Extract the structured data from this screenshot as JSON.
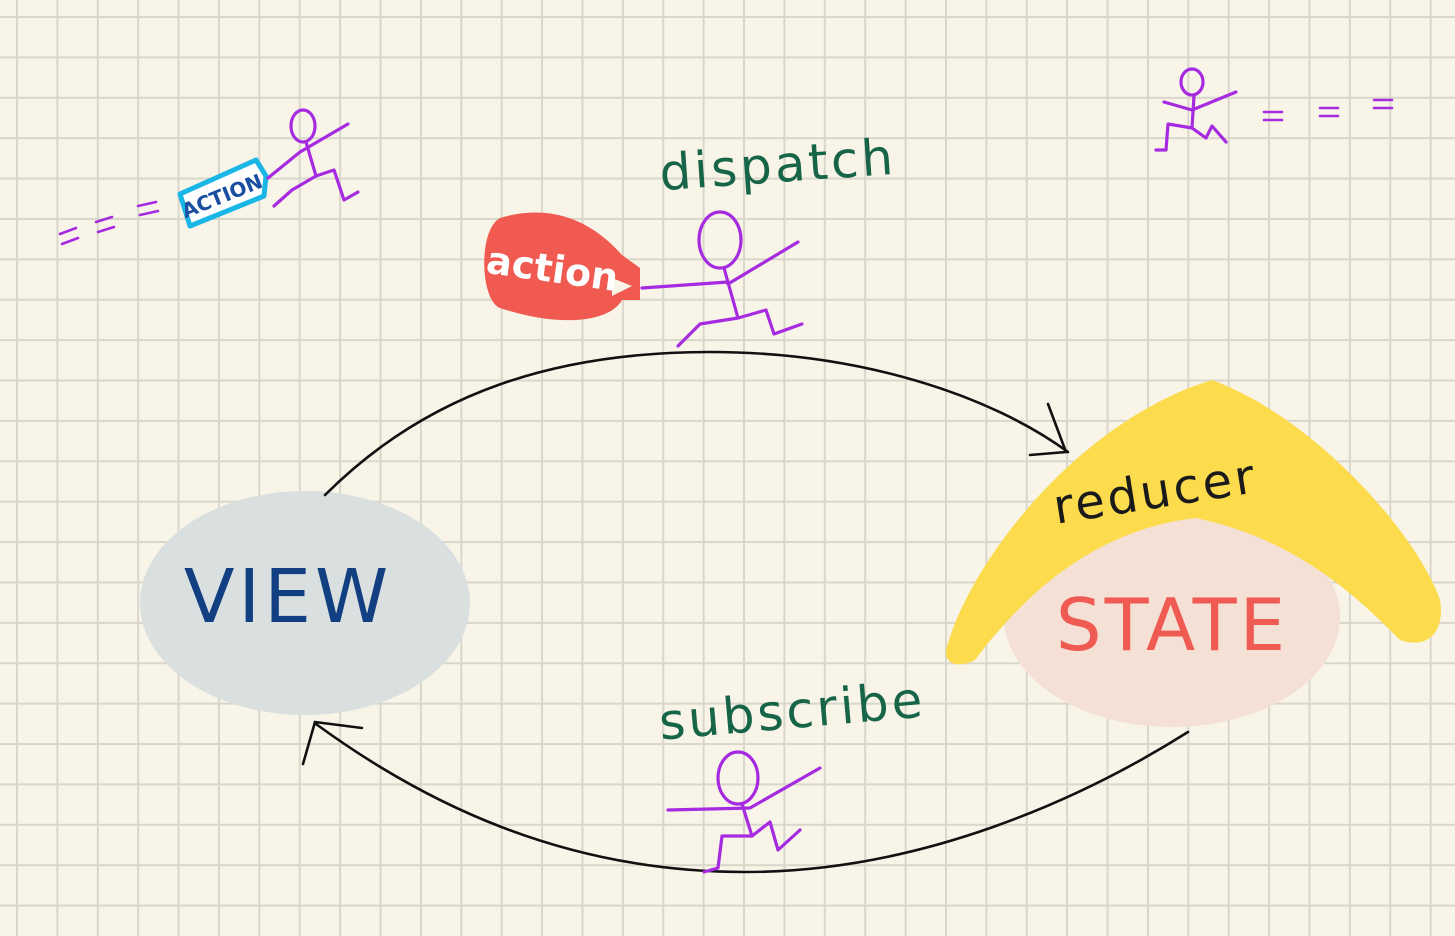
{
  "nodes": {
    "view": "VIEW",
    "state": "STATE"
  },
  "edges": {
    "dispatch": "dispatch",
    "subscribe": "subscribe",
    "reducer": "reducer"
  },
  "tags": {
    "action_small": "ACTION",
    "action_large": "action"
  },
  "colors": {
    "background": "#f8f4e8",
    "grid": "#d9d6cc",
    "view_blob": "#dae0e0",
    "view_text": "#123f82",
    "state_blob": "#f4e0d4",
    "state_text": "#ef5a52",
    "reducer_boomerang": "#fcdb4d",
    "edge_label_text": "#176548",
    "action_tag_red": "#f05a50",
    "action_tag_blue": "#1ab6e6",
    "stick_figure": "#a62be0",
    "arrows": "#111111"
  }
}
